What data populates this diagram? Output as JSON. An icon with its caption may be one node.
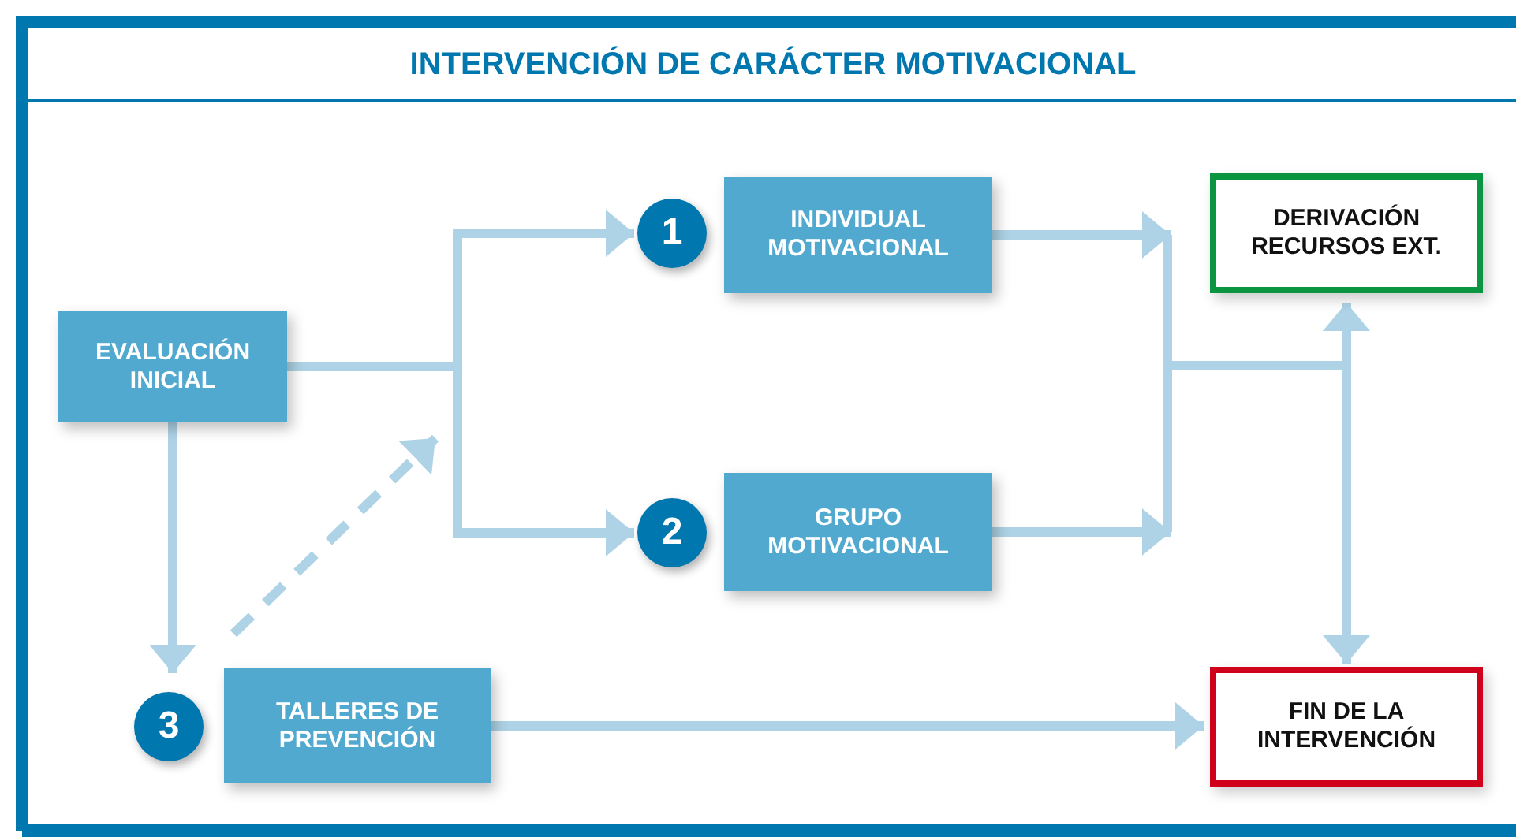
{
  "diagram": {
    "title": "INTERVENCIÓN DE CARÁCTER MOTIVACIONAL",
    "nodes": [
      {
        "text": [
          "EVALUACIÓN INICIAL"
        ]
      },
      {
        "text": [
          "1"
        ]
      },
      {
        "text": [
          "INDIVIDUAL MOTIVACIONAL"
        ]
      },
      {
        "text": [
          "2"
        ]
      },
      {
        "text": [
          "GRUPO MOTIVACIONAL"
        ]
      },
      {
        "text": [
          "3"
        ]
      },
      {
        "text": [
          "TALLERES DE PREVENCIÓN"
        ]
      },
      {
        "text": [
          "DERIVACIÓN RECURSOS EXT."
        ]
      },
      {
        "text": [
          "FIN DE LA INTERVENCIÓN"
        ]
      }
    ],
    "edges": [
      {
        "from": 0,
        "to": 1,
        "arrow": "to"
      },
      {
        "from": 0,
        "to": 3,
        "arrow": "to"
      },
      {
        "from": 2,
        "to": 7,
        "arrow": "to"
      },
      {
        "from": 2,
        "to": 8,
        "arrow": "to"
      },
      {
        "from": 4,
        "to": 7,
        "arrow": "to"
      },
      {
        "from": 4,
        "to": 8,
        "arrow": "to"
      },
      {
        "from": 6,
        "to": 8,
        "arrow": "to"
      },
      {
        "from": 0,
        "to": 5,
        "arrow": "to"
      },
      {
        "from": 5,
        "to": null,
        "arrow": "to",
        "style": "dashed"
      }
    ]
  }
}
